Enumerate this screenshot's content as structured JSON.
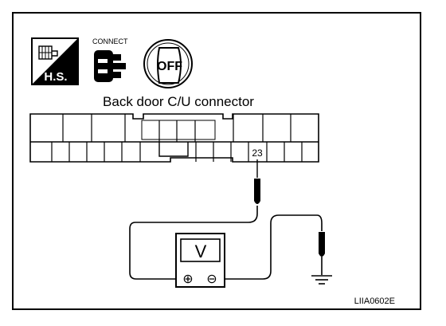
{
  "icons": {
    "harness_label": "H.S.",
    "connect_label": "CONNECT",
    "ignition_label": "OFF"
  },
  "connector": {
    "title": "Back door C/U connector",
    "terminal_label": "23"
  },
  "meter": {
    "unit_label": "V",
    "plus_symbol": "⊕",
    "minus_symbol": "⊖"
  },
  "figure": {
    "code": "LIIA0602E"
  },
  "colors": {
    "line": "#000000",
    "background": "#ffffff"
  }
}
